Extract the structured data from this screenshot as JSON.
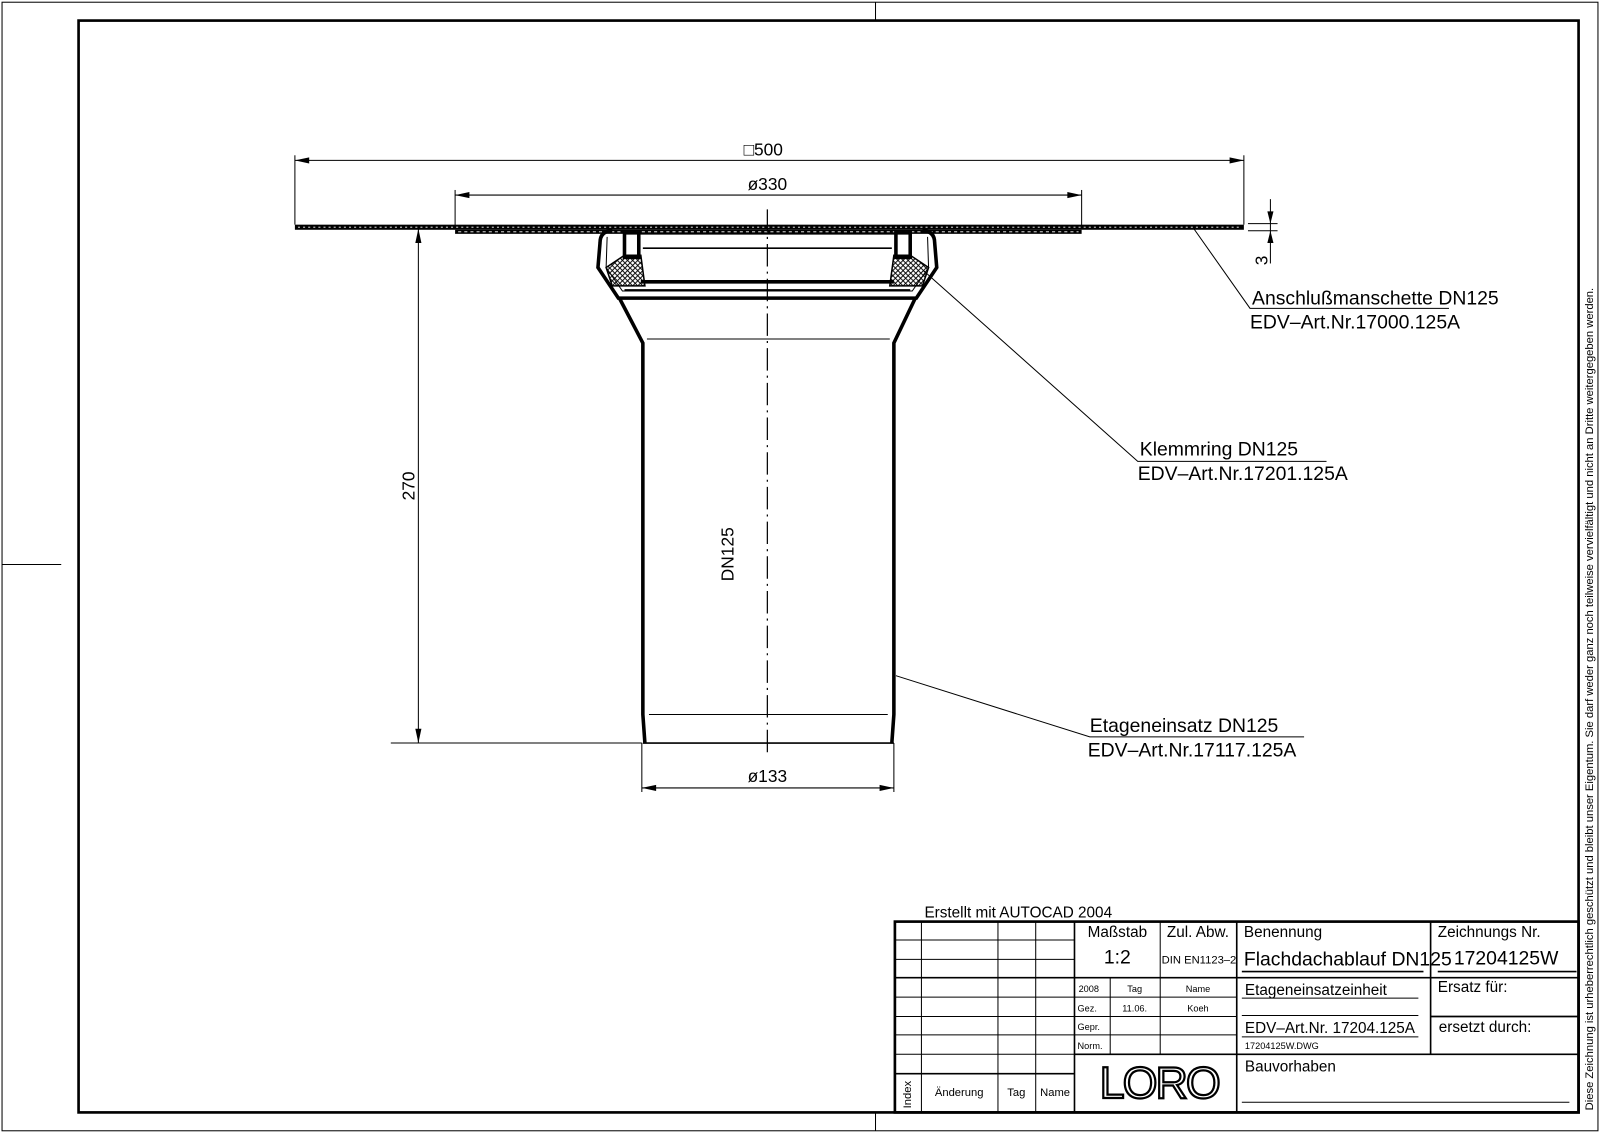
{
  "drawing": {
    "dimensions": {
      "square_500": "□500",
      "dia_330": "ø330",
      "height_270": "270",
      "dia_133": "ø133",
      "thickness_3": "3",
      "dn125": "DN125"
    },
    "callouts": [
      {
        "name": "Anschlußmanschette DN125",
        "art_nr": "EDV–Art.Nr.17000.125A"
      },
      {
        "name": "Klemmring DN125",
        "art_nr": "EDV–Art.Nr.17201.125A"
      },
      {
        "name": "Etageneinsatz DN125",
        "art_nr": "EDV–Art.Nr.17117.125A"
      }
    ],
    "copyright": "Diese Zeichnung ist urheberrechtlich geschützt und bleibt unser Eigentum. Sie darf weder ganz noch teilweise vervielfältigt und nicht an Dritte weitergegeben werden."
  },
  "title_block": {
    "created_with": "Erstellt mit AUTOCAD 2004",
    "revision_headers": {
      "index": "Index",
      "change": "Änderung",
      "day": "Tag",
      "name": "Name"
    },
    "scale_label": "Maßstab",
    "scale_value": "1:2",
    "tolerance_label": "Zul. Abw.",
    "tolerance_value": "DIN EN1123–2",
    "year": "2008",
    "day_label": "Tag",
    "name_label": "Name",
    "drawn_label": "Gez.",
    "drawn_day": "11.06.",
    "drawn_name": "Koeh",
    "checked_label": "Gepr.",
    "norm_label": "Norm.",
    "logo": "LORO",
    "designation_label": "Benennung",
    "designation": "Flachdachablauf DN125",
    "subtitle": "Etageneinsatzeinheit",
    "article_nr": "EDV–Art.Nr. 17204.125A",
    "file_name": "17204125W.DWG",
    "project_label": "Bauvorhaben",
    "drawing_nr_label": "Zeichnungs Nr.",
    "drawing_nr": "17204125W",
    "replaces_label": "Ersatz für:",
    "replaced_by_label": "ersetzt durch:"
  }
}
